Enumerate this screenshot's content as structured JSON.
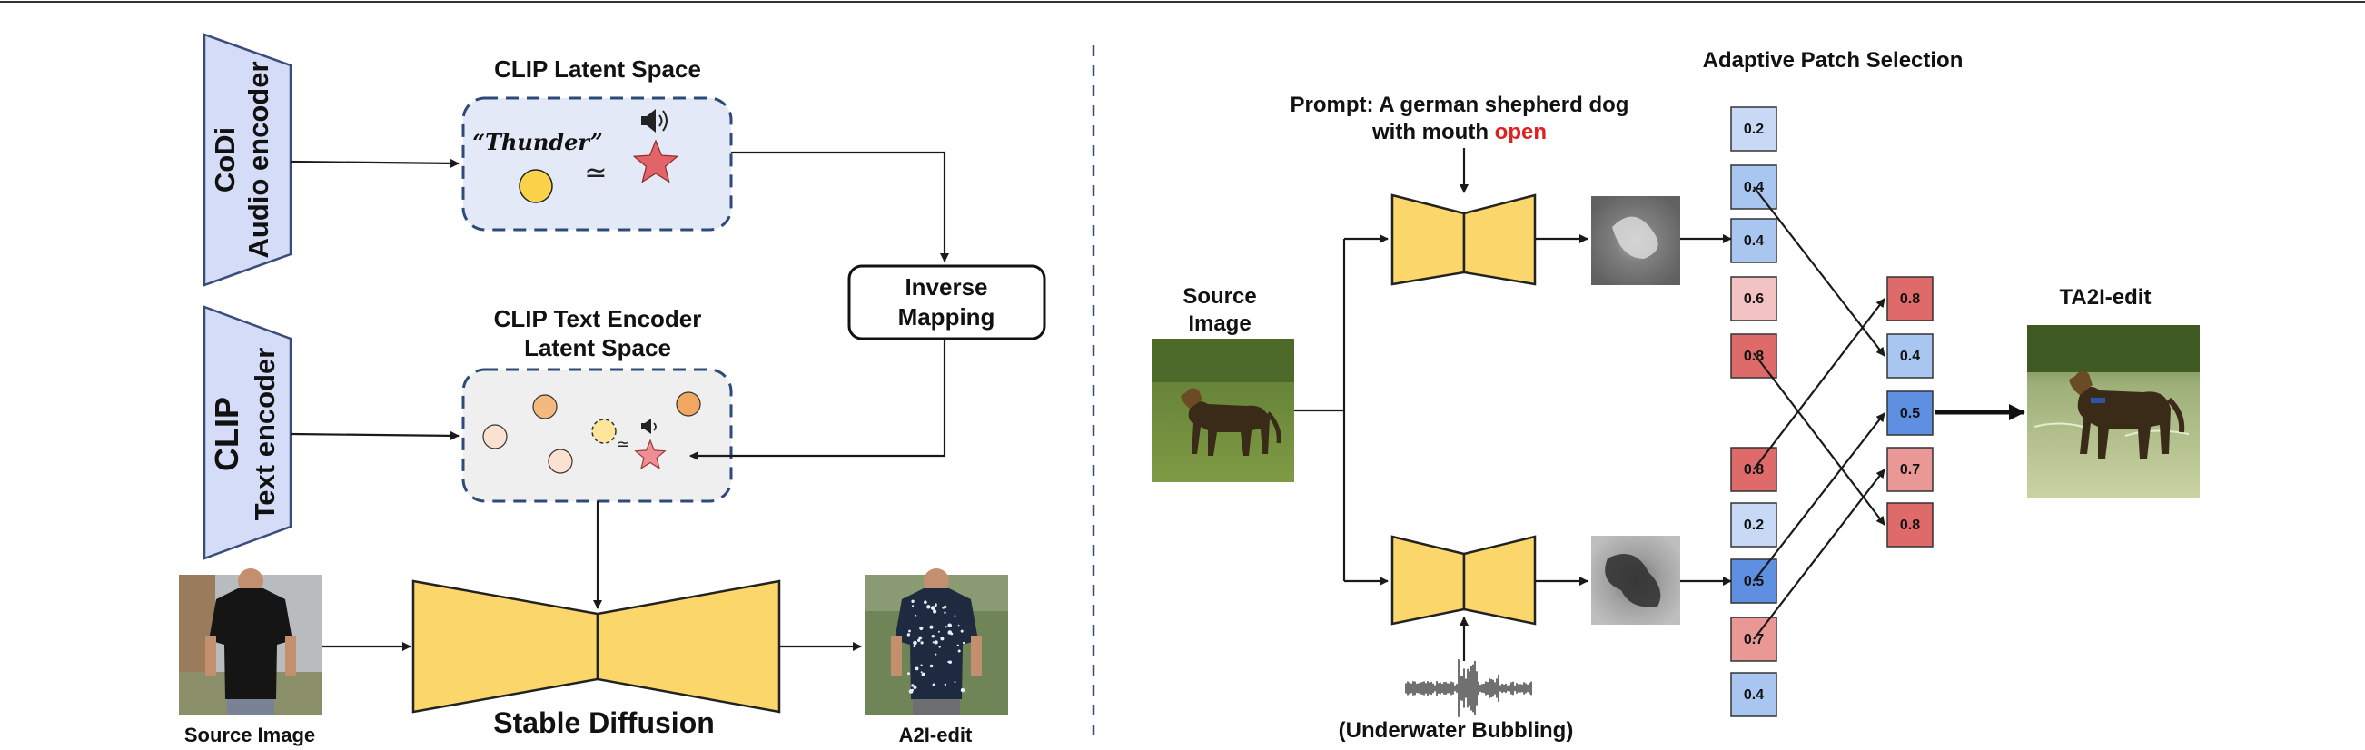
{
  "left_panel": {
    "codi_encoder": {
      "line1": "CoDi",
      "line2": "Audio encoder"
    },
    "clip_encoder": {
      "line1": "CLIP",
      "line2": "Text encoder"
    },
    "clip_latent_space": {
      "title": "CLIP Latent Space",
      "thunder_label": "“Thunder”",
      "approx_symbol": "≃"
    },
    "clip_text_latent": {
      "title_line1": "CLIP Text Encoder",
      "title_line2": "Latent Space",
      "approx_symbol": "≃"
    },
    "inverse_mapping": {
      "line1": "Inverse",
      "line2": "Mapping"
    },
    "stable_diffusion": {
      "label": "Stable Diffusion"
    },
    "source_image": {
      "caption": "Source Image"
    },
    "output_image": {
      "caption": "A2I-edit"
    }
  },
  "right_panel": {
    "adaptive_title": "Adaptive Patch Selection",
    "prompt": {
      "line1": "Prompt: A german shepherd dog",
      "line2_prefix": "with mouth ",
      "line2_highlight": "open"
    },
    "source_image": {
      "line1": "Source",
      "line2": "Image"
    },
    "audio_caption": "(Underwater Bubbling)",
    "output_label": "TA2I-edit",
    "top_column_scores": [
      "0.2",
      "0.4",
      "0.4",
      "0.6",
      "0.8"
    ],
    "bottom_column_scores": [
      "0.8",
      "0.2",
      "0.5",
      "0.7",
      "0.4"
    ],
    "selected_scores": [
      "0.8",
      "0.4",
      "0.5",
      "0.7",
      "0.8"
    ]
  },
  "colors": {
    "encoder_fill": "#d4dcf7",
    "encoder_border": "#3b4b7a",
    "unet_fill": "#fbd66b",
    "dashed_border": "#2d4a7a",
    "latent_fill": "#e3e9f7",
    "text_latent_fill": "#efefef",
    "red_star": "#e26468",
    "pink_star": "#ef8f95",
    "highlight_red": "#e0201d",
    "score_0.2": "#c8d9f5",
    "score_0.4": "#a9c6f1",
    "score_0.5": "#5f8fe0",
    "score_0.6": "#f3c2c2",
    "score_0.7": "#e99896",
    "score_0.8": "#df6a6a"
  }
}
